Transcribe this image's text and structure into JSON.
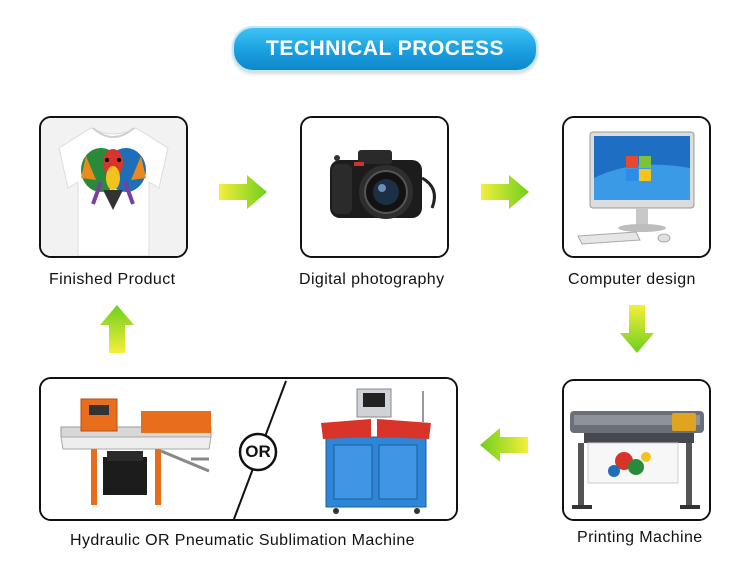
{
  "title": "TECHNICAL PROCESS",
  "steps": {
    "finished": "Finished Product",
    "photo": "Digital photography",
    "design": "Computer design",
    "printing": "Printing Machine",
    "sublimation": "Hydraulic OR Pneumatic Sublimation Machine"
  },
  "or_badge": "OR",
  "colors": {
    "title_blue": "#1a9fe0",
    "arrow_green": "#7dd321",
    "arrow_yellow": "#f2ee3a",
    "press_red": "#d8342a",
    "machine_blue": "#2f86d6"
  },
  "icons": [
    "green-arrow-right-icon",
    "green-arrow-down-icon",
    "green-arrow-left-icon",
    "green-arrow-up-icon"
  ]
}
